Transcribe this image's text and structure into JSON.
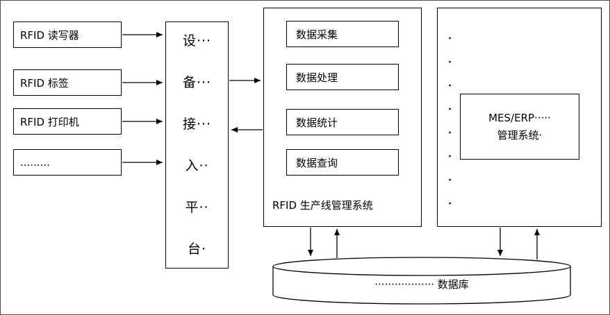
{
  "sources": [
    {
      "label": "RFID 读写器"
    },
    {
      "label": "RFID 标签"
    },
    {
      "label": "RFID 打印机"
    },
    {
      "label": "........."
    }
  ],
  "platform": {
    "rows": [
      "设···",
      "备···",
      "接···",
      "入··",
      "平··",
      "台·"
    ]
  },
  "rfid_system": {
    "modules": [
      {
        "label": "数据采集"
      },
      {
        "label": "数据处理"
      },
      {
        "label": "数据统计"
      },
      {
        "label": "数据查询"
      }
    ],
    "caption": "RFID 生产线管理系统"
  },
  "mes": {
    "line1": "MES/ERP·····",
    "line2": "管理系统·"
  },
  "database": {
    "label": "·················· 数据库"
  }
}
